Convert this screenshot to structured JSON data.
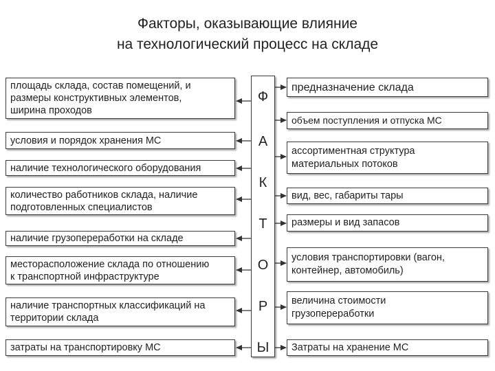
{
  "title": {
    "line1": "Факторы, оказывающие влияние",
    "line2": "на технологический процесс на складе"
  },
  "center": {
    "letters": [
      "Ф",
      "А",
      "К",
      "Т",
      "О",
      "Р",
      "Ы"
    ]
  },
  "left_factors": [
    {
      "lines": [
        "площадь склада, состав помещений, и",
        "размеры конструктивных элементов,",
        "ширина проходов"
      ]
    },
    {
      "lines": [
        "условия и порядок хранения МС"
      ]
    },
    {
      "lines": [
        "наличие технологического оборудования"
      ]
    },
    {
      "lines": [
        "количество работников склада, наличие",
        "подготовленных специалистов"
      ]
    },
    {
      "lines": [
        "наличие грузопереработки на складе"
      ]
    },
    {
      "lines": [
        "месторасположение склада по отношению",
        "к транспортной инфраструктуре"
      ]
    },
    {
      "lines": [
        "наличие транспортных классификаций на",
        "территории склада"
      ]
    },
    {
      "lines": [
        "затраты на транспортировку МС"
      ]
    }
  ],
  "right_factors": [
    {
      "lines": [
        "предназначение склада"
      ]
    },
    {
      "lines": [
        "объем поступления и отпуска МС"
      ]
    },
    {
      "lines": [
        "ассортиментная структура",
        "материальных потоков"
      ]
    },
    {
      "lines": [
        "вид, вес, габариты тары"
      ]
    },
    {
      "lines": [
        "размеры и вид запасов"
      ]
    },
    {
      "lines": [
        "условия транспортировки (вагон,",
        "контейнер, автомобиль)"
      ]
    },
    {
      "lines": [
        "величина стоимости",
        "грузопереработки"
      ]
    },
    {
      "lines": [
        "Затраты на хранение МС"
      ]
    }
  ]
}
